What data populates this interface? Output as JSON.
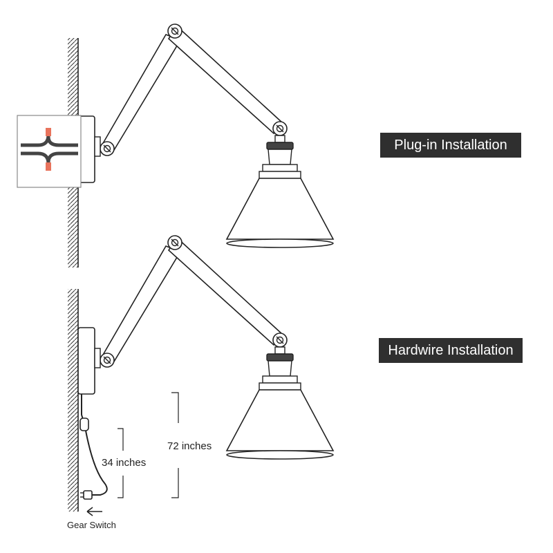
{
  "labels": {
    "plug_in": "Plug-in Installation",
    "hardwire": "Hardwire Installation"
  },
  "dimensions": {
    "cord_height": "34 inches",
    "lamp_height": "72 inches"
  },
  "switch_caption": "Gear Switch",
  "colors": {
    "line": "#222222",
    "label_bg": "#2f2f2f",
    "label_text": "#ffffff",
    "wire_accent": "#e8735c",
    "metal": "#9a9a9a"
  }
}
